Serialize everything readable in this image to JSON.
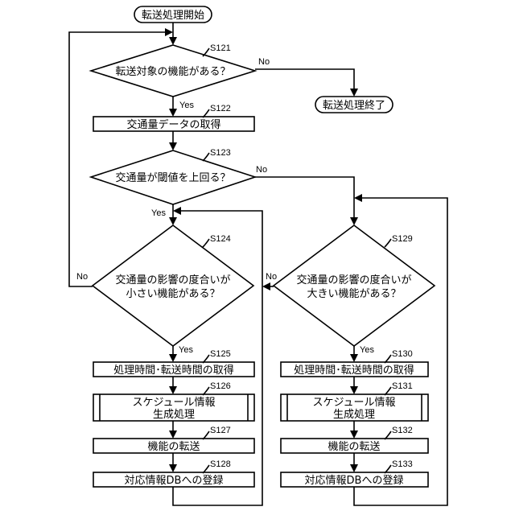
{
  "start": "転送処理開始",
  "end": "転送処理終了",
  "yes": "Yes",
  "no": "No",
  "steps": {
    "s121": "S121",
    "s122": "S122",
    "s123": "S123",
    "s124": "S124",
    "s125": "S125",
    "s126": "S126",
    "s127": "S127",
    "s128": "S128",
    "s129": "S129",
    "s130": "S130",
    "s131": "S131",
    "s132": "S132",
    "s133": "S133"
  },
  "nodes": {
    "d121": "転送対象の機能がある？",
    "p122": "交通量データの取得",
    "d123": "交通量が閾値を上回る？",
    "d124_line1": "交通量の影響の度合いが",
    "d124_line2": "小さい機能がある？",
    "p125": "処理時間･転送時間の取得",
    "p126_line1": "スケジュール情報",
    "p126_line2": "生成処理",
    "p127": "機能の転送",
    "p128": "対応情報DBへの登録",
    "d129_line1": "交通量の影響の度合いが",
    "d129_line2": "大きい機能がある？",
    "p130": "処理時間･転送時間の取得",
    "p131_line1": "スケジュール情報",
    "p131_line2": "生成処理",
    "p132": "機能の転送",
    "p133": "対応情報DBへの登録"
  }
}
